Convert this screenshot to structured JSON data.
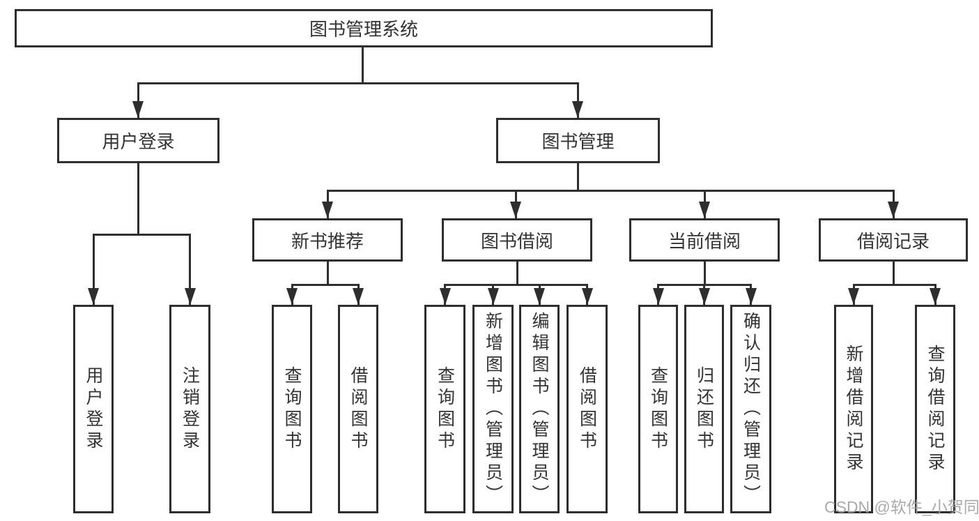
{
  "title": {
    "label": "图书管理系统"
  },
  "level2": {
    "user_login": "用户登录",
    "book_mgmt": "图书管理"
  },
  "level3": {
    "new_books": "新书推荐",
    "book_borrow": "图书借阅",
    "current_borrow": "当前借阅",
    "borrow_records": "借阅记录"
  },
  "leaves": {
    "user": [
      "用户登录",
      "注销登录"
    ],
    "new_books": [
      "查询图书",
      "借阅图书"
    ],
    "book_borrow": [
      "查询图书",
      "新增图书（管理员）",
      "编辑图书（管理员）",
      "借阅图书"
    ],
    "current_borrow": [
      "查询图书",
      "归还图书",
      "确认归还（管理员）"
    ],
    "borrow_records": [
      "新增借阅记录",
      "查询借阅记录"
    ]
  },
  "watermark": "CSDN @软件_小贺同学",
  "colors": {
    "line": "#2e2e2e",
    "text": "#333333",
    "watermark": "#a2a2a2",
    "background": "#ffffff"
  }
}
